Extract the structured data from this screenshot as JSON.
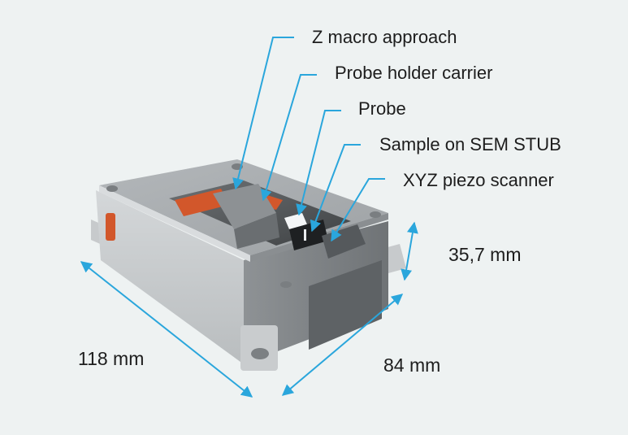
{
  "callouts": {
    "z_macro_approach": "Z macro approach",
    "probe_holder_carrier": "Probe holder carrier",
    "probe": "Probe",
    "sample_on_sem_stub": "Sample on SEM STUB",
    "xyz_piezo_scanner": "XYZ piezo scanner"
  },
  "dimensions": {
    "length": "118 mm",
    "width": "84 mm",
    "height": "35,7 mm"
  },
  "colors": {
    "background": "#eef2f2",
    "arrow": "#2aa6dc",
    "body_metal": "#b9bdc0",
    "top_plate": "#a6aaad",
    "accent_orange": "#d2572b"
  }
}
